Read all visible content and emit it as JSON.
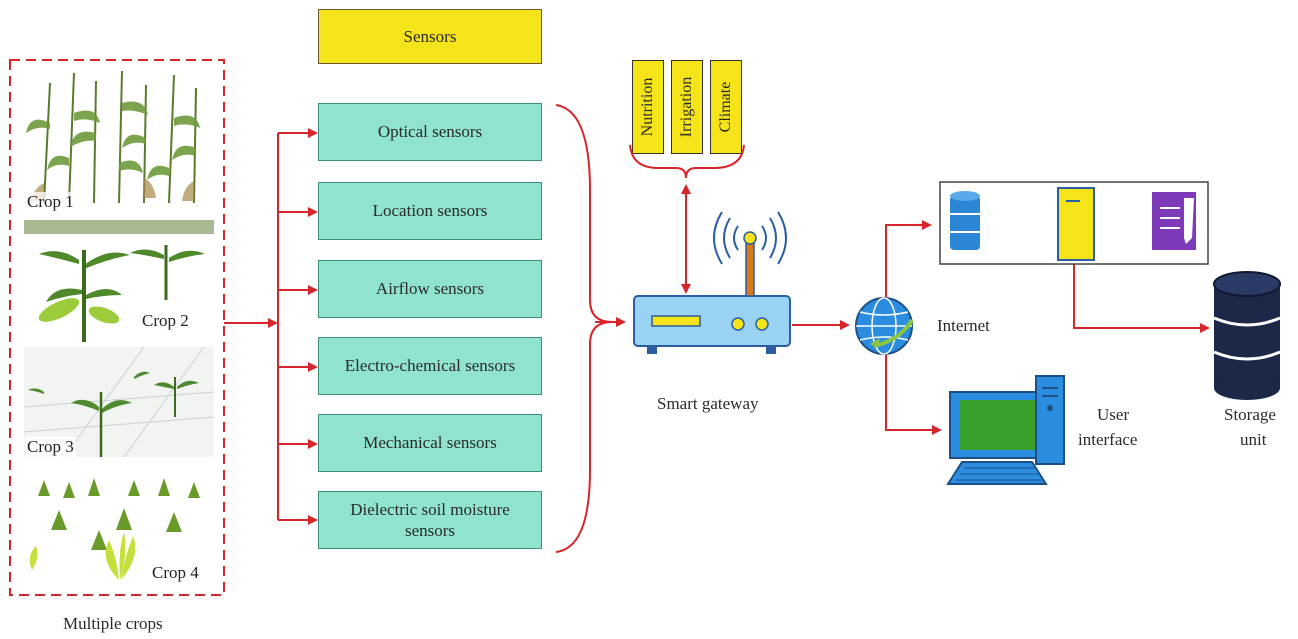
{
  "crops": {
    "labels": [
      "Crop 1",
      "Crop 2",
      "Crop 3",
      "Crop 4"
    ],
    "group_label": "Multiple crops"
  },
  "sensors": {
    "title": "Sensors",
    "items": [
      "Optical sensors",
      "Location sensors",
      "Airflow sensors",
      "Electro-chemical sensors",
      "Mechanical sensors",
      "Dielectric soil moisture sensors"
    ]
  },
  "data_types": [
    "Nutrition",
    "Irrigation",
    "Climate"
  ],
  "gateway": {
    "label": "Smart gateway"
  },
  "internet": {
    "label": "Internet"
  },
  "user_interface": {
    "label_line1": "User",
    "label_line2": "interface"
  },
  "storage": {
    "label_line1": "Storage",
    "label_line2": "unit"
  },
  "colors": {
    "arrow": "#d7262b",
    "sensor_fill": "#8fe3cf",
    "title_fill": "#f6e41a",
    "storage": "#1c2847",
    "monitor": "#2b8de0",
    "screen": "#3aa02c"
  }
}
